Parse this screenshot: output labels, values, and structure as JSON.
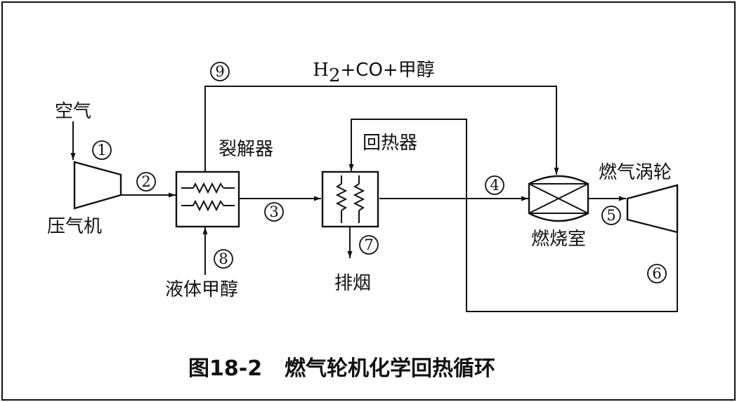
{
  "caption": {
    "figure_number": "图18-2",
    "title": "燃气轮机化学回热循环"
  },
  "components": {
    "air": "空气",
    "compressor": "压气机",
    "reformer": "裂解器",
    "recuperator": "回热器",
    "combustor": "燃烧室",
    "turbine": "燃气涡轮",
    "liquid_methanol": "液体甲醇",
    "exhaust": "排烟"
  },
  "syngas": {
    "h": "H",
    "sub2": "2",
    "rest": "+CO+甲醇"
  },
  "streams": [
    "1",
    "2",
    "3",
    "4",
    "5",
    "6",
    "7",
    "8",
    "9"
  ]
}
